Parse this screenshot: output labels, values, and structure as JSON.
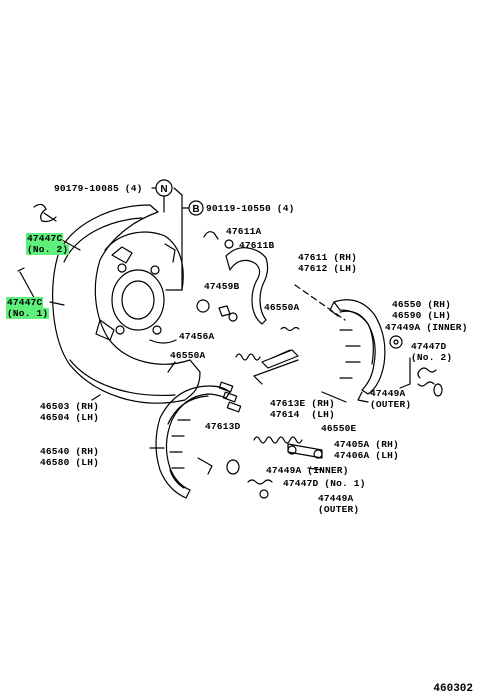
{
  "diagram_ref": "460302",
  "callouts": {
    "n_symbol": "N",
    "b_symbol": "B"
  },
  "parts": [
    {
      "id": "p90179",
      "lines": [
        "90179-10085 (4)"
      ]
    },
    {
      "id": "p90119",
      "lines": [
        "90119-10550 (4)"
      ]
    },
    {
      "id": "p47447c2",
      "lines": [
        "47447C",
        "(No. 2)"
      ],
      "highlight": true
    },
    {
      "id": "p47447c1",
      "lines": [
        "47447C",
        "(No. 1)"
      ],
      "highlight": true
    },
    {
      "id": "p47611a",
      "lines": [
        "47611A"
      ]
    },
    {
      "id": "p47611b",
      "lines": [
        "47611B"
      ]
    },
    {
      "id": "p47611",
      "lines": [
        "47611 (RH)",
        "47612 (LH)"
      ]
    },
    {
      "id": "p47459b",
      "lines": [
        "47459B"
      ]
    },
    {
      "id": "p46550a_top",
      "lines": [
        "46550A"
      ]
    },
    {
      "id": "p47456a",
      "lines": [
        "47456A"
      ]
    },
    {
      "id": "p46550a_mid",
      "lines": [
        "46550A"
      ]
    },
    {
      "id": "p46550",
      "lines": [
        "46550 (RH)",
        "46590 (LH)"
      ]
    },
    {
      "id": "p47449a_inner_top",
      "lines": [
        "47449A (INNER)"
      ]
    },
    {
      "id": "p47447d2",
      "lines": [
        "47447D",
        "(No. 2)"
      ]
    },
    {
      "id": "p47449a_outer_top",
      "lines": [
        "47449A",
        "(OUTER)"
      ]
    },
    {
      "id": "p46503",
      "lines": [
        "46503 (RH)",
        "46504 (LH)"
      ]
    },
    {
      "id": "p47613e",
      "lines": [
        "47613E (RH)",
        "47614  (LH)"
      ]
    },
    {
      "id": "p47613d",
      "lines": [
        "47613D"
      ]
    },
    {
      "id": "p46550e",
      "lines": [
        "46550E"
      ]
    },
    {
      "id": "p46540",
      "lines": [
        "46540 (RH)",
        "46580 (LH)"
      ]
    },
    {
      "id": "p47405a",
      "lines": [
        "47405A (RH)",
        "47406A (LH)"
      ]
    },
    {
      "id": "p47449a_inner_bot",
      "lines": [
        "47449A (INNER)"
      ]
    },
    {
      "id": "p47447d1",
      "lines": [
        "47447D (No. 1)"
      ]
    },
    {
      "id": "p47449a_outer_bot",
      "lines": [
        "47449A",
        "(OUTER)"
      ]
    }
  ],
  "colors": {
    "highlight": "#5ef07a",
    "ink": "#000000"
  }
}
